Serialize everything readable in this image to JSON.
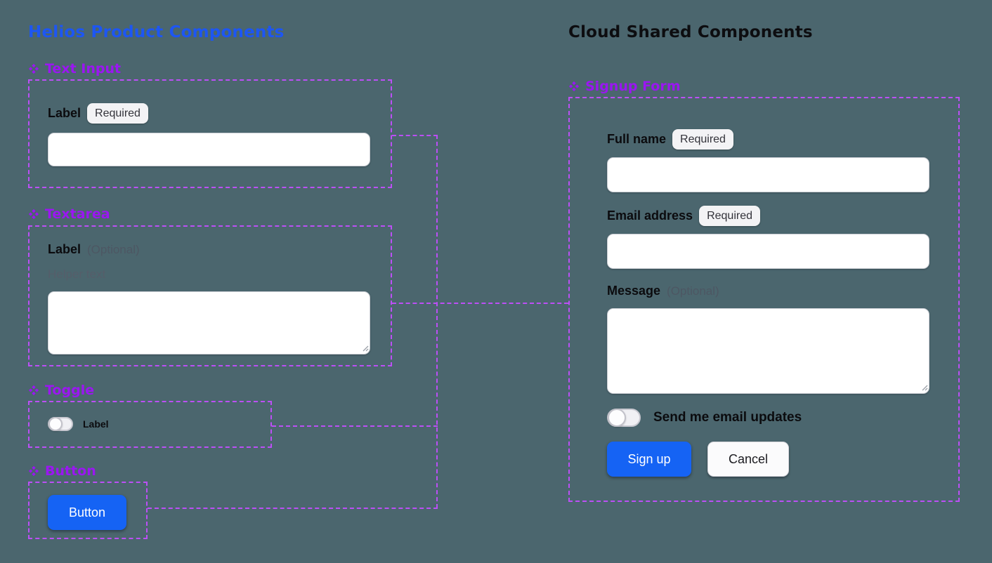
{
  "colors": {
    "background": "#4B666E",
    "purple_header": "#9B16F2",
    "purple_frame": "#BC4FF6",
    "left_title_blue": "#1D56F3",
    "button_blue": "#1563F4",
    "badge_bg": "#F3F3F5",
    "text_ink": "#0B0B0E"
  },
  "left": {
    "title": "Helios Product Components",
    "text_input": {
      "header": "Text Input",
      "label": "Label",
      "badge": "Required",
      "value": ""
    },
    "textarea": {
      "header": "Textarea",
      "label": "Label",
      "optional": "(Optional)",
      "helper": "Helper text",
      "value": ""
    },
    "toggle": {
      "header": "Toggle",
      "label": "Label",
      "state": "off"
    },
    "button": {
      "header": "Button",
      "button_label": "Button"
    }
  },
  "right": {
    "title": "Cloud Shared Components",
    "signup_form": {
      "header": "Signup Form",
      "full_name": {
        "label": "Full name",
        "badge": "Required",
        "value": ""
      },
      "email": {
        "label": "Email address",
        "badge": "Required",
        "value": ""
      },
      "message": {
        "label": "Message",
        "optional": "(Optional)",
        "value": ""
      },
      "updates_toggle": {
        "label": "Send me email updates",
        "state": "off"
      },
      "signup_button": "Sign up",
      "cancel_button": "Cancel"
    }
  }
}
